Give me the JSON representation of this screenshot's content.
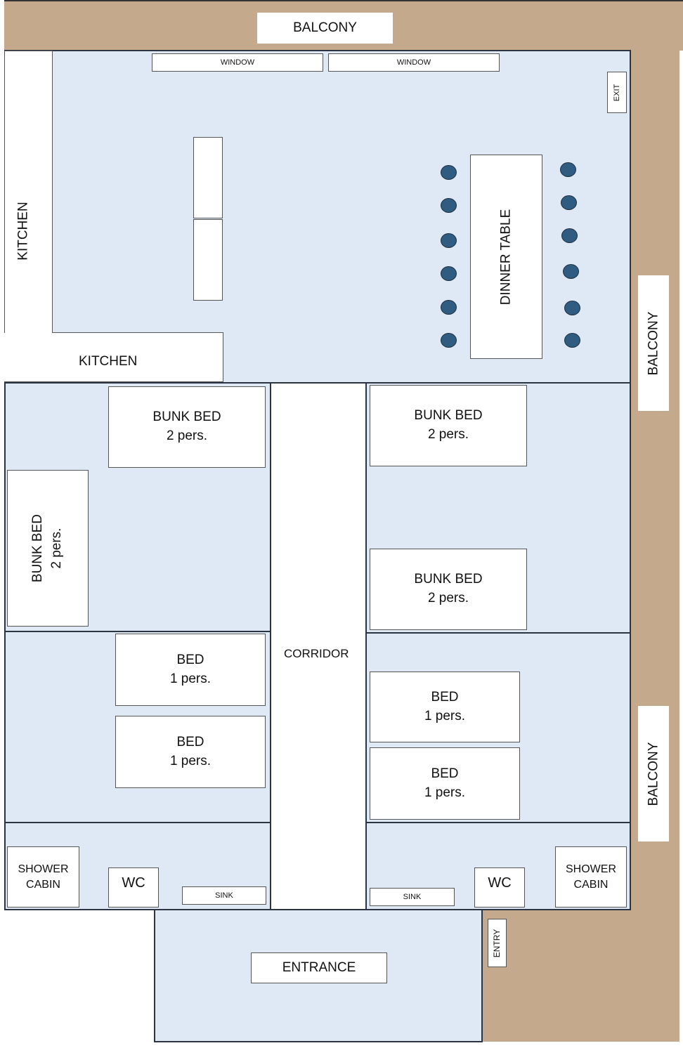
{
  "labels": {
    "balcony_top": "BALCONY",
    "balcony_right_1": "BALCONY",
    "balcony_right_2": "BALCONY",
    "window_1": "WINDOW",
    "window_2": "WINDOW",
    "exit": "EXIT",
    "kitchen_vertical": "KITCHEN",
    "kitchen_horizontal": "KITCHEN",
    "dinner_table": "DINNER TABLE",
    "bunk_bed": "BUNK BED",
    "bunk_cap": "2 pers.",
    "bed": "BED",
    "bed_cap": "1 pers.",
    "corridor": "CORRIDOR",
    "shower_cabin_1": "SHOWER",
    "shower_cabin_2": "CABIN",
    "wc": "WC",
    "sink": "SINK",
    "entrance": "ENTRANCE",
    "entry": "ENTRY"
  },
  "colors": {
    "balcony": "#c4a98c",
    "floor": "#dfe8f5",
    "chair": "#2f5c80"
  }
}
